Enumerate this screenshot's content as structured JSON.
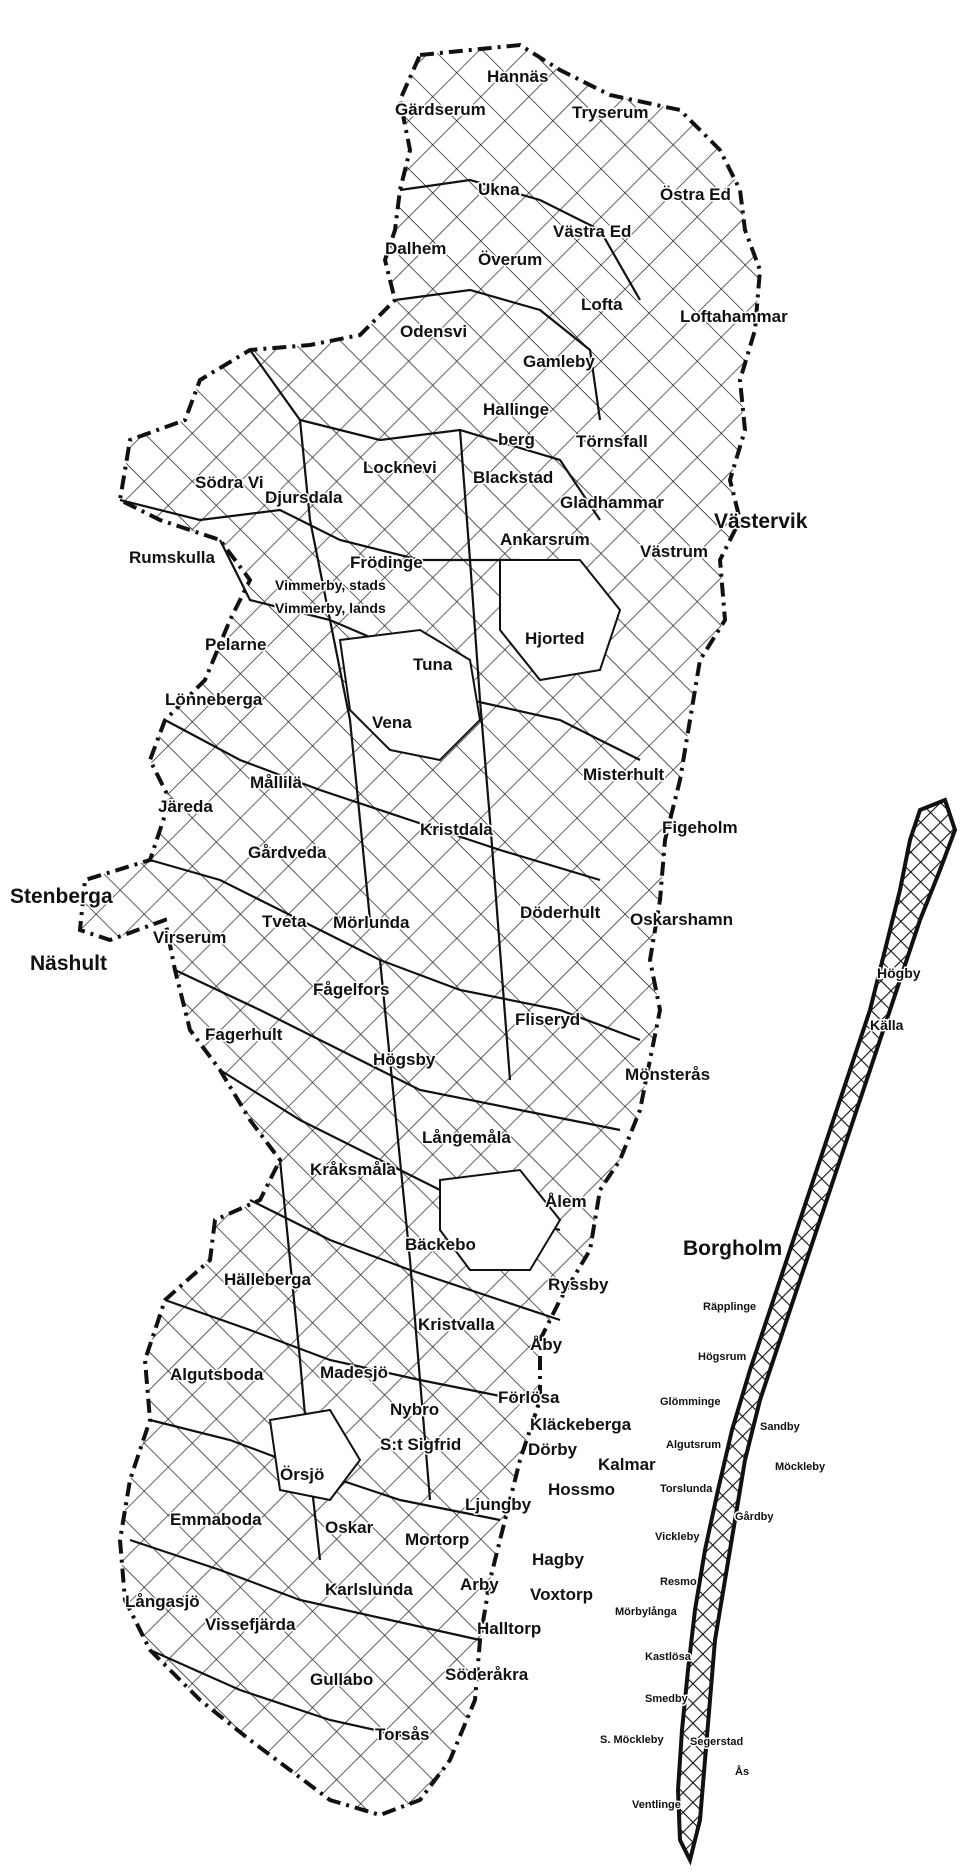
{
  "labels": {
    "hannas": "Hannäs",
    "gardserum": "Gärdserum",
    "tryserum": "Tryserum",
    "ukna": "Ukna",
    "ostra_ed": "Östra Ed",
    "vastra_ed": "Västra Ed",
    "dalhem": "Dalhem",
    "overum": "Överum",
    "lofta": "Lofta",
    "loftahammar": "Loftahammar",
    "odensvi": "Odensvi",
    "gamleby": "Gamleby",
    "hallingeberg_1": "Hallinge",
    "hallingeberg_2": "berg",
    "tornsfall": "Törnsfall",
    "sodra_vi": "Södra Vi",
    "djursdala": "Djursdala",
    "locknevi": "Locknevi",
    "blackstad": "Blackstad",
    "gladhammar": "Gladhammar",
    "vastervik": "Västervik",
    "ankarsrum": "Ankarsrum",
    "vastrum": "Västrum",
    "rumskulla": "Rumskulla",
    "frodinge": "Frödinge",
    "vimmerby_stads": "Vimmerby, stads",
    "vimmerby_lands": "Vimmerby, lands",
    "hjorted": "Hjorted",
    "pelarne": "Pelarne",
    "tuna": "Tuna",
    "lonneberga": "Lönneberga",
    "vena": "Vena",
    "misterhult": "Misterhult",
    "mallila": "Mållilä",
    "jareda": "Järeda",
    "kristdala": "Kristdala",
    "figeholm": "Figeholm",
    "gardveda": "Gårdveda",
    "stenberga": "Stenberga",
    "virserum": "Virserum",
    "tveta": "Tveta",
    "morlunda": "Mörlunda",
    "doderhult": "Döderhult",
    "oskarshamn": "Oskarshamn",
    "nashult": "Näshult",
    "fagelfors": "Fågelfors",
    "fliseryd": "Fliseryd",
    "fagerhult": "Fagerhult",
    "hogsby": "Högsby",
    "monsteras": "Mönsterås",
    "langemala": "Långemåla",
    "kraksmala": "Kråksmåla",
    "alem": "Ålem",
    "backebo": "Bäckebo",
    "borgholm": "Borgholm",
    "halleberga": "Hälleberga",
    "ryssby": "Ryssby",
    "kristvalla": "Kristvalla",
    "arby_ryssby": "Åby",
    "algutsboda": "Algutsboda",
    "madesjo": "Madesjö",
    "nybro": "Nybro",
    "forlosa": "Förlösa",
    "klackeberga": "Kläckeberga",
    "st_sigfrid": "S:t Sigfrid",
    "dorby": "Dörby",
    "kalmar": "Kalmar",
    "orsjo": "Örsjö",
    "ljungby": "Ljungby",
    "hossmo": "Hossmo",
    "emmaboda": "Emmaboda",
    "oskar": "Oskar",
    "mortorp": "Mortorp",
    "hagby": "Hagby",
    "karlslunda": "Karlslunda",
    "arby": "Arby",
    "voxtorp": "Voxtorp",
    "langasjo": "Långasjö",
    "vissefjarda": "Vissefjärda",
    "halltorp": "Halltorp",
    "gullabo": "Gullabo",
    "soderakra": "Söderåkra",
    "torsas": "Torsås",
    "oland_hogby": "Högby",
    "oland_kallby": "Källa",
    "oland_rapplinge": "Räpplinge",
    "oland_hogsrum": "Högsrum",
    "oland_glomminge": "Glömminge",
    "oland_algutsrum": "Algutsrum",
    "oland_morbylanga": "Mörbylånga",
    "oland_vickleby": "Vickleby",
    "oland_resmo": "Resmo",
    "oland_kastlosa": "Kastlösa",
    "oland_torslunda": "Torslunda",
    "oland_smedby": "Smedby",
    "oland_s_mockleby": "S. Möckleby",
    "oland_segerstad": "Segerstad",
    "oland_gardby": "Gårdby",
    "oland_sandby": "Sandby",
    "oland_norra_mockleby": "Möckleby",
    "oland_vanserum": "Ventlinge",
    "oland_ottenby": "Ås"
  }
}
